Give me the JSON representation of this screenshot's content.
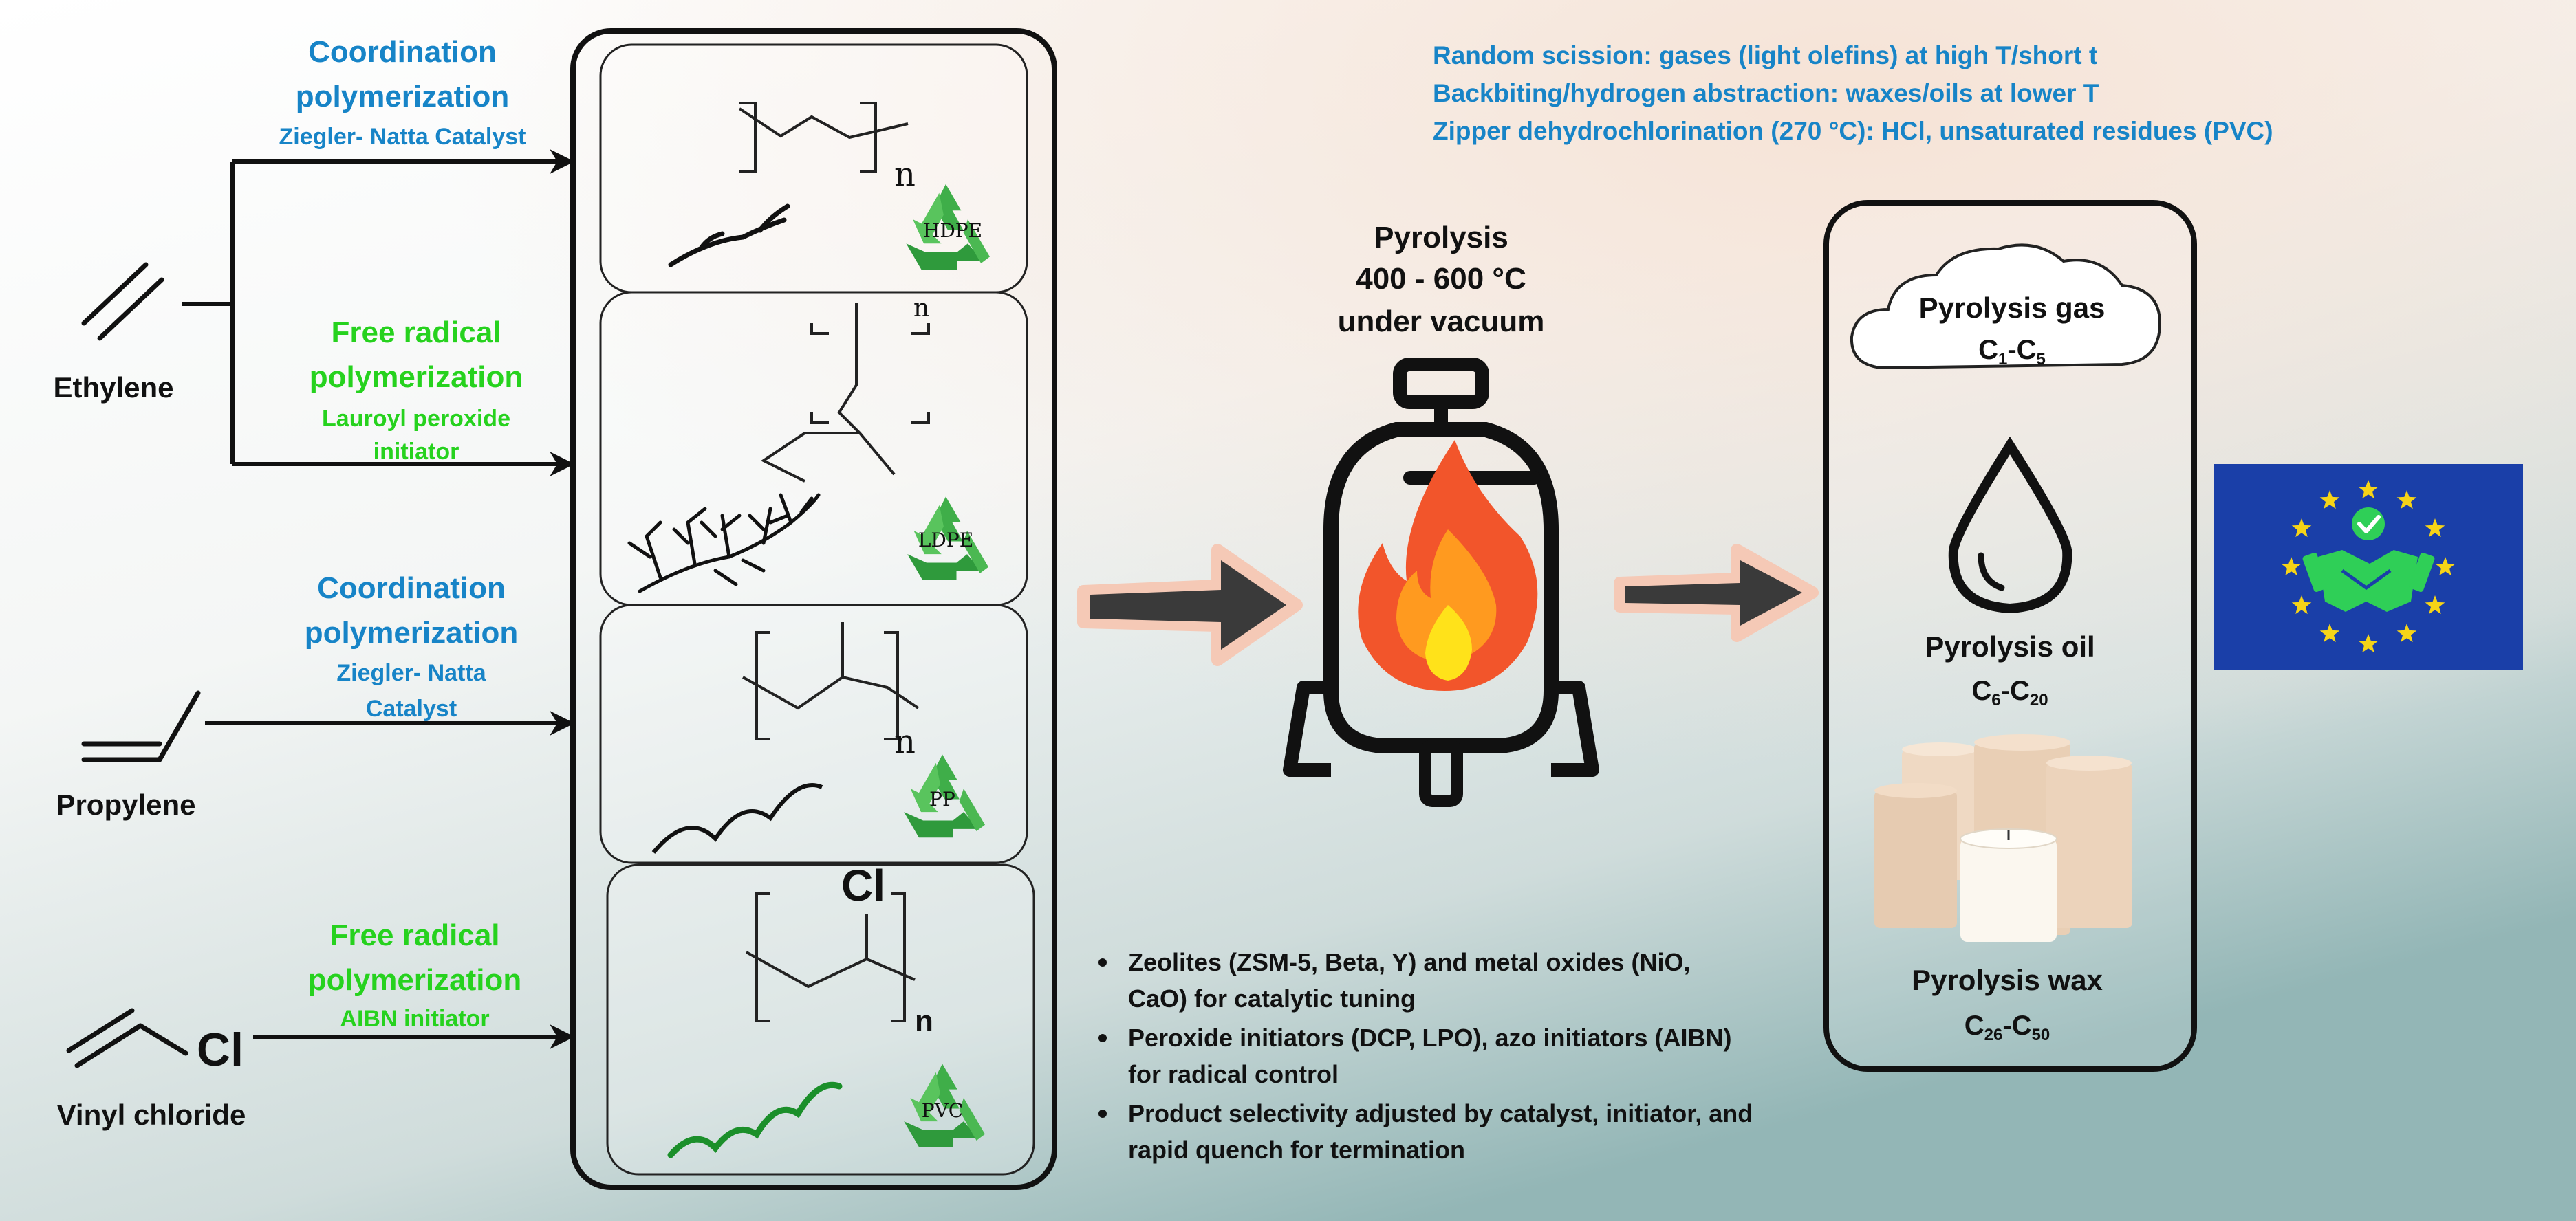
{
  "colors": {
    "blue_text": "#1784c7",
    "green_text": "#26d21e",
    "recycle_green": "#3fae49",
    "eu_blue": "#1a3fa8",
    "eu_star": "#f6d417",
    "flame_orange": "#f2552b",
    "flame_yellow": "#ffe21a",
    "arrow_glow": "#f5c9b6"
  },
  "monomers": {
    "ethylene": "Ethylene",
    "propylene": "Propylene",
    "vinyl_chloride": "Vinyl chloride",
    "cl": "Cl"
  },
  "routes": {
    "r1": {
      "line1": "Coordination",
      "line2": "polymerization",
      "line3": "Ziegler- Natta Catalyst"
    },
    "r2": {
      "line1": "Free radical",
      "line2": "polymerization",
      "line3": "Lauroyl peroxide",
      "line4": "initiator"
    },
    "r3": {
      "line1": "Coordination",
      "line2": "polymerization",
      "line3": "Ziegler- Natta",
      "line4": "Catalyst"
    },
    "r4": {
      "line1": "Free radical",
      "line2": "polymerization",
      "line3": "AIBN initiator"
    }
  },
  "polymers": {
    "hdpe": "HDPE",
    "ldpe": "LDPE",
    "pp": "PP",
    "pvc": "PVC",
    "n": "n",
    "cl": "Cl"
  },
  "mechanisms": [
    "Random scission: gases (light olefins) at high T/short t",
    "Backbiting/hydrogen abstraction: waxes/oils at lower T",
    "Zipper dehydrochlorination (270 °C): HCl, unsaturated residues (PVC)"
  ],
  "pyrolysis": {
    "line1": "Pyrolysis",
    "line2": "400 - 600 °C",
    "line3": "under vacuum"
  },
  "products": {
    "gas": {
      "name": "Pyrolysis gas",
      "base_c": "C",
      "low": "1",
      "dash": "-C",
      "high": "5"
    },
    "oil": {
      "name": "Pyrolysis oil",
      "base_c": "C",
      "low": "6",
      "dash": "-C",
      "high": "20"
    },
    "wax": {
      "name": "Pyrolysis wax",
      "base_c": "C",
      "low": "26",
      "dash": "-C",
      "high": "50"
    }
  },
  "bullets": {
    "b1": {
      "line1": "Zeolites (ZSM-5, Beta, Y) and metal oxides (NiO,",
      "line2": "CaO) for catalytic tuning"
    },
    "b2": {
      "line1": "Peroxide initiators (DCP, LPO), azo initiators (AIBN)",
      "line2": "for radical control"
    },
    "b3": {
      "line1": "Product selectivity adjusted by catalyst, initiator, and",
      "line2": "rapid quench for termination"
    }
  }
}
